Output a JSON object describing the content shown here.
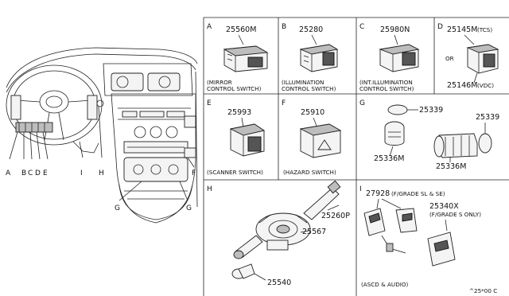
{
  "dashboard": {
    "callouts": [
      "A",
      "B",
      "C",
      "D",
      "E",
      "I",
      "H",
      "F",
      "G",
      "G"
    ]
  },
  "panels": {
    "A": {
      "letter": "A",
      "part": "25560M",
      "caption1": "(MIRROR",
      "caption2": "CONTROL SWITCH)"
    },
    "B": {
      "letter": "B",
      "part": "25280",
      "caption1": "(ILLUMINATION",
      "caption2": "CONTROL SWITCH)"
    },
    "C": {
      "letter": "C",
      "part": "25980N",
      "caption1": "(INT.ILLUMINATION",
      "caption2": "CONTROL SWITCH)"
    },
    "D": {
      "letter": "D",
      "part1": "25145M",
      "part1_note": "(TCS)",
      "or": "OR",
      "part2": "25146M",
      "part2_note": "(VDC)"
    },
    "E": {
      "letter": "E",
      "part": "25993",
      "caption": "(SCANNER SWITCH)"
    },
    "F": {
      "letter": "F",
      "part": "25910",
      "caption": "(HAZARD SWITCH)"
    },
    "G": {
      "letter": "G",
      "parts": [
        "25339",
        "25339",
        "25336M",
        "25336M"
      ]
    },
    "H": {
      "letter": "H",
      "parts": [
        "25260P",
        "25567",
        "25540"
      ]
    },
    "I": {
      "letter": "I",
      "part1": "27928",
      "part1_note": "(F/GRADE SL & SE)",
      "part2": "25340X",
      "part2_note": "(F/GRADE S ONLY)",
      "caption": "(ASCD & AUDIO)"
    }
  },
  "footer_code": "^25*00 C"
}
